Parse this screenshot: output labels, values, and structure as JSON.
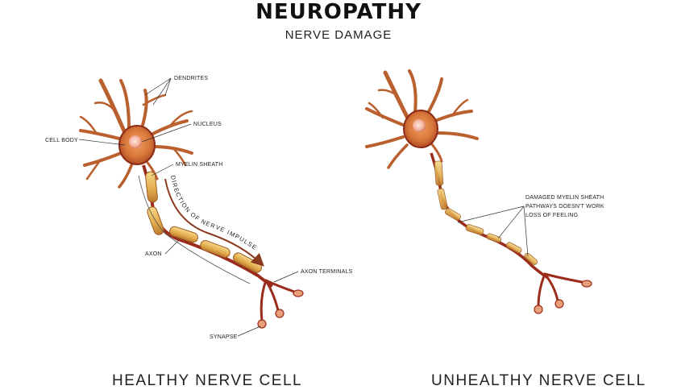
{
  "title": "NEUROPATHY",
  "subtitle": "NERVE DAMAGE",
  "healthy": {
    "caption": "HEALTHY NERVE CELL",
    "labels": {
      "dendrites": "DENDRITES",
      "nucleus": "NUCLEUS",
      "cell_body": "CELL BODY",
      "myelin_sheath": "MYELIN SHEATH",
      "axon": "AXON",
      "axon_terminals": "AXON TERMINALS",
      "synapse": "SYNAPSE",
      "direction": "DIRECTION OF NERVE IMPULSE"
    }
  },
  "unhealthy": {
    "caption": "UNHEALTHY NERVE CELL",
    "labels": {
      "line1": "DAMAGED MYELIN SHEATH",
      "line2": "PATHWAYS DOESN'T WORK",
      "line3": "LOSS OF FEELING"
    }
  },
  "colors": {
    "membrane": "#9b2c1c",
    "cell_body": "#d8763a",
    "nucleus": "#f7c6b8",
    "myelin": "#e8b85a",
    "dendrite_tip": "#e9b27c"
  }
}
